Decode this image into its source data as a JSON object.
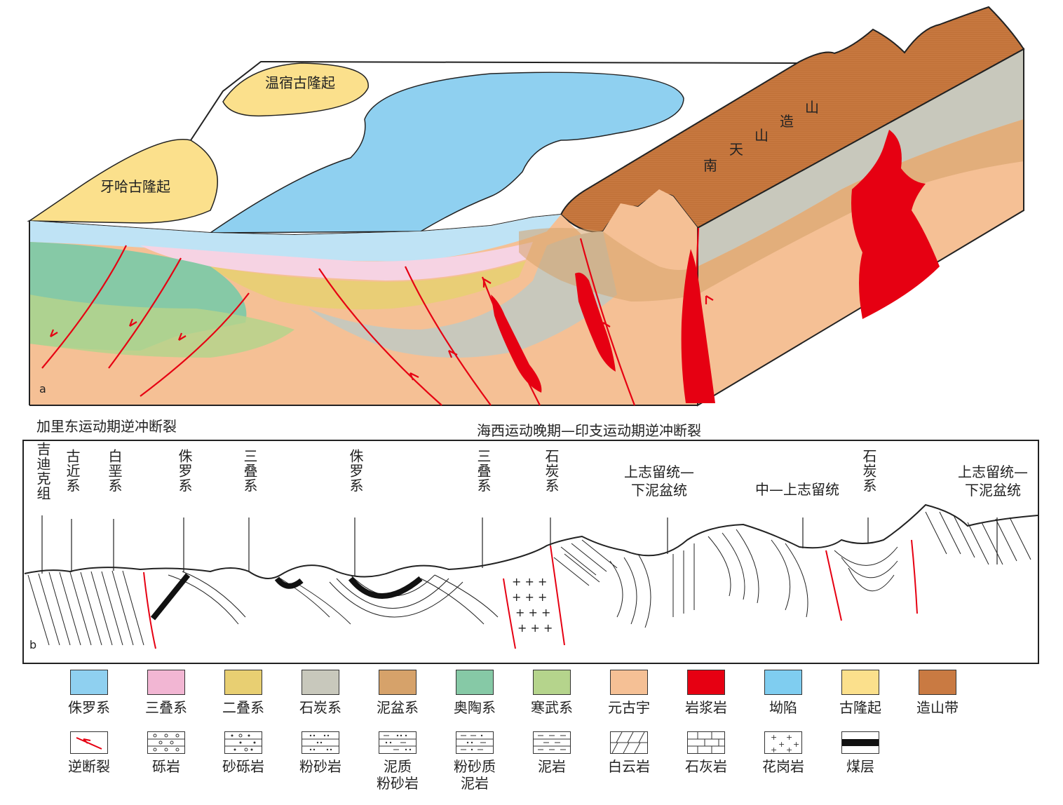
{
  "block_diagram": {
    "panel_letter": "a",
    "uplift_labels": [
      "温宿古隆起",
      "牙哈古隆起"
    ],
    "orogen_label_chars": [
      "南",
      "天",
      "山",
      "造",
      "山"
    ]
  },
  "captions": {
    "left_fault": "加里东运动期逆冲断裂",
    "right_fault": "海西运动晚期—印支运动期逆冲断裂"
  },
  "section": {
    "panel_letter": "b",
    "vertical_labels": [
      "吉迪克组",
      "古近系",
      "白垩系",
      "侏罗系",
      "三叠系",
      "侏罗系",
      "三叠系",
      "石炭系",
      "石炭系"
    ],
    "horizontal_labels": [
      "上志留统—\n下泥盆统",
      "中—上志留统",
      "上志留统—\n下泥盆统"
    ]
  },
  "legend": {
    "row1": [
      {
        "label": "侏罗系",
        "color": "#8fd0f0"
      },
      {
        "label": "三叠系",
        "color": "#f2b6d3"
      },
      {
        "label": "二叠系",
        "color": "#e8cf72"
      },
      {
        "label": "石炭系",
        "color": "#c8c8bc"
      },
      {
        "label": "泥盆系",
        "color": "#d6a26a"
      },
      {
        "label": "奥陶系",
        "color": "#86c9a6"
      },
      {
        "label": "寒武系",
        "color": "#b5d48c"
      },
      {
        "label": "元古宇",
        "color": "#f5c095"
      },
      {
        "label": "岩浆岩",
        "color": "#e60012"
      },
      {
        "label": "坳陷",
        "color": "#7fcdf0"
      },
      {
        "label": "古隆起",
        "color": "#fbe08c"
      },
      {
        "label": "造山带",
        "color": "#c97a42"
      }
    ],
    "row2": [
      {
        "label": "逆断裂",
        "icon": "reverse-fault-icon"
      },
      {
        "label": "砾岩",
        "icon": "conglomerate-icon"
      },
      {
        "label": "砂砾岩",
        "icon": "sandy-conglomerate-icon"
      },
      {
        "label": "粉砂岩",
        "icon": "siltstone-icon"
      },
      {
        "label": "泥质\n粉砂岩",
        "icon": "muddy-siltstone-icon"
      },
      {
        "label": "粉砂质\n泥岩",
        "icon": "silty-mudstone-icon"
      },
      {
        "label": "泥岩",
        "icon": "mudstone-icon"
      },
      {
        "label": "白云岩",
        "icon": "dolomite-icon"
      },
      {
        "label": "石灰岩",
        "icon": "limestone-icon"
      },
      {
        "label": "花岗岩",
        "icon": "granite-icon"
      },
      {
        "label": "煤层",
        "icon": "coal-seam-icon"
      }
    ]
  }
}
